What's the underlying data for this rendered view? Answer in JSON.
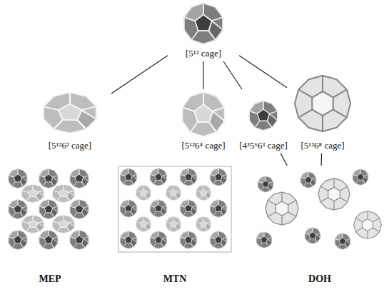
{
  "diagram": {
    "nodes": [
      {
        "text": [
          "[5¹² cage]"
        ]
      },
      {
        "text": [
          "[5¹²6² cage]"
        ]
      },
      {
        "text": [
          "[5¹²6⁴ cage]"
        ]
      },
      {
        "text": [
          "[4³5⁶6³ cage]"
        ]
      },
      {
        "text": [
          "[5¹²6⁸ cage]"
        ]
      },
      {
        "text": [
          "MEP"
        ]
      },
      {
        "text": [
          "MTN"
        ]
      },
      {
        "text": [
          "DOH"
        ]
      }
    ],
    "edges": [
      {
        "from": 0,
        "to": 1,
        "arrow": "none"
      },
      {
        "from": 0,
        "to": 2,
        "arrow": "none"
      },
      {
        "from": 0,
        "to": 3,
        "arrow": "none"
      },
      {
        "from": 0,
        "to": 4,
        "arrow": "none"
      },
      {
        "from": 3,
        "to": 7,
        "arrow": "none"
      },
      {
        "from": 4,
        "to": 7,
        "arrow": "none"
      }
    ]
  }
}
